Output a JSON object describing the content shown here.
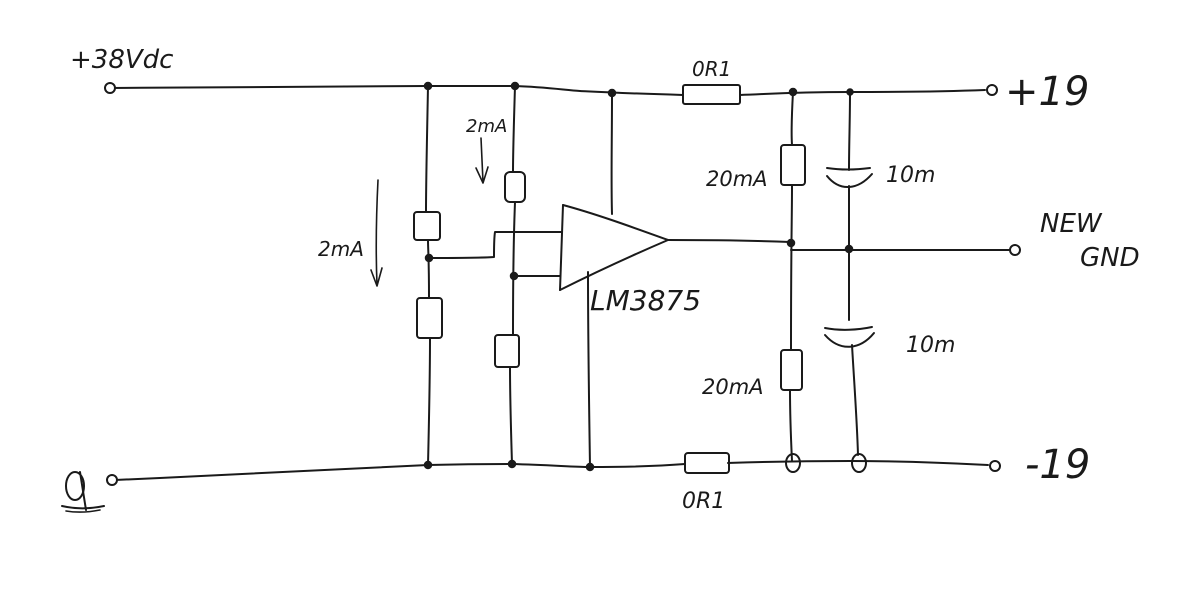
{
  "labels": {
    "supply_in": "+38Vdc",
    "out_pos": "+19",
    "out_neg": "-19",
    "new_gnd_line1": "NEW",
    "new_gnd_line2": "GND",
    "opamp": "LM3875",
    "res_top": "0R1",
    "res_bottom": "0R1",
    "i_left": "2mA",
    "i_mid": "2mA",
    "i_out_top": "20mA",
    "i_out_bottom": "20mA",
    "cap_top": "10m",
    "cap_bottom": "10m"
  },
  "colors": {
    "ink": "#1a1a1a",
    "paper": "#ffffff"
  }
}
